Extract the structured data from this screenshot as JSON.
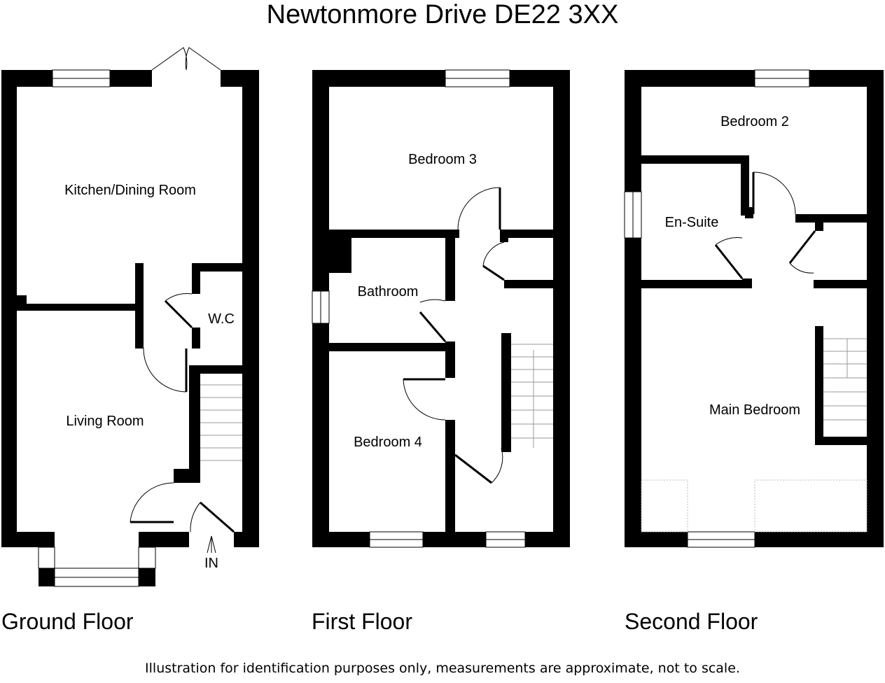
{
  "title": "Newtonmore Drive DE22 3XX",
  "floors": [
    {
      "label": "Ground Floor",
      "rooms": [
        "Kitchen/Dining Room",
        "Living Room",
        "W.C"
      ],
      "entrance": "IN"
    },
    {
      "label": "First Floor",
      "rooms": [
        "Bedroom 3",
        "Bathroom",
        "Bedroom 4"
      ]
    },
    {
      "label": "Second Floor",
      "rooms": [
        "Bedroom 2",
        "En-Suite",
        "Main Bedroom"
      ]
    }
  ],
  "footer": "Illustration for identification purposes only, measurements are approximate, not to scale."
}
